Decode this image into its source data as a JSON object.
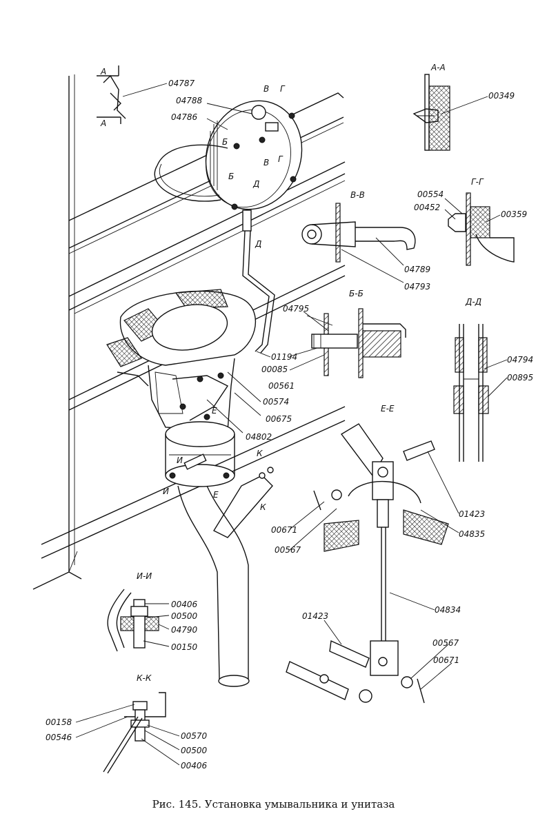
{
  "caption": "Рис. 145. Установка умывальника и унитаза",
  "section_titles": {
    "aa": "А-А",
    "vv": "В-В",
    "gg": "Г-Г",
    "bb": "Б-Б",
    "dd": "Д-Д",
    "ee": "Е-Е",
    "ii": "И-И",
    "kk": "К-К"
  },
  "cut_letters": {
    "a1": "А",
    "a2": "А",
    "v1": "В",
    "g1": "Г",
    "v2": "В",
    "g2": "Г",
    "b1": "Б",
    "b2": "Б",
    "d1": "Д",
    "d2": "Д",
    "e1": "Е",
    "e2": "Е",
    "k1": "К",
    "k2": "К",
    "i1": "И",
    "i2": "И"
  },
  "part_numbers": {
    "p04787": "04787",
    "p04788": "04788",
    "p04786": "04786",
    "p00349": "00349",
    "p00554": "00554",
    "p00452": "00452",
    "p00359": "00359",
    "p04789": "04789",
    "p04793": "04793",
    "p04795": "04795",
    "p00085": "00085",
    "p00561": "00561",
    "p01194": "01194",
    "p00574": "00574",
    "p00675": "00675",
    "p04802": "04802",
    "p04794": "04794",
    "p00895": "00895",
    "p01423a": "01423",
    "p04835": "04835",
    "p00671a": "00671",
    "p00567a": "00567",
    "p04834": "04834",
    "p01423b": "01423",
    "p00567b": "00567",
    "p00671b": "00671",
    "p00406a": "00406",
    "p00500a": "00500",
    "p04790": "04790",
    "p00150": "00150",
    "p00158": "00158",
    "p00546": "00546",
    "p00570": "00570",
    "p00500b": "00500",
    "p00406b": "00406"
  }
}
